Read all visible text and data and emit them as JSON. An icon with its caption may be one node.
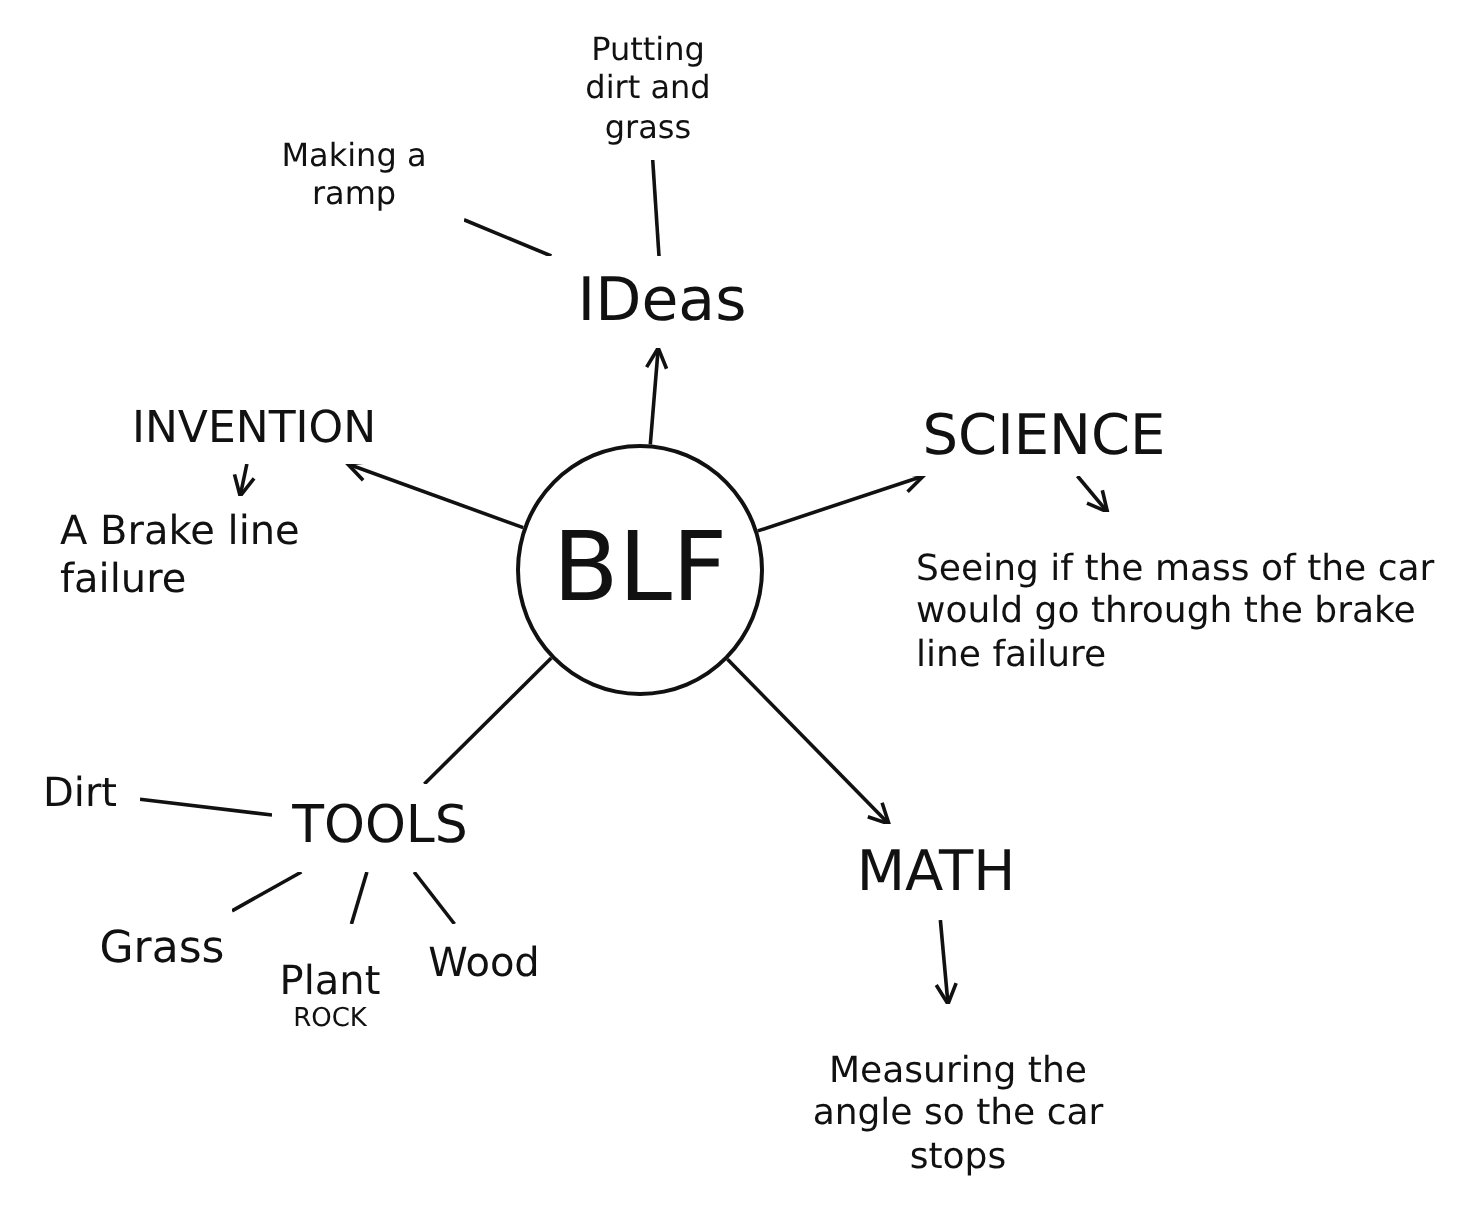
{
  "diagram": {
    "nodes": [
      {
        "text": [
          "BLF"
        ]
      },
      {
        "text": [
          "IDeas"
        ]
      },
      {
        "text": [
          "Making a ramp"
        ]
      },
      {
        "text": [
          "Putting dirt and grass"
        ]
      },
      {
        "text": [
          "INVENTION"
        ]
      },
      {
        "text": [
          "A Brake line failure"
        ]
      },
      {
        "text": [
          "SCIENCE"
        ]
      },
      {
        "text": [
          "Seeing if the mass of the car would go through the brake line failure"
        ]
      },
      {
        "text": [
          "MATH"
        ]
      },
      {
        "text": [
          "Measuring the angle so the car stops"
        ]
      },
      {
        "text": [
          "TOOLS"
        ]
      },
      {
        "text": [
          "Dirt"
        ]
      },
      {
        "text": [
          "Grass"
        ]
      },
      {
        "text": [
          "Plant",
          "ROCK"
        ]
      },
      {
        "text": [
          "Wood"
        ]
      }
    ],
    "edges": [
      {
        "from": 0,
        "to": 1,
        "arrow": "to"
      },
      {
        "from": 1,
        "to": 2,
        "arrow": "none"
      },
      {
        "from": 1,
        "to": 3,
        "arrow": "none"
      },
      {
        "from": 0,
        "to": 4,
        "arrow": "to"
      },
      {
        "from": 4,
        "to": 5,
        "arrow": "to"
      },
      {
        "from": 0,
        "to": 6,
        "arrow": "to"
      },
      {
        "from": 6,
        "to": 7,
        "arrow": "to"
      },
      {
        "from": 0,
        "to": 8,
        "arrow": "to"
      },
      {
        "from": 8,
        "to": 9,
        "arrow": "to"
      },
      {
        "from": 0,
        "to": 10,
        "arrow": "none"
      },
      {
        "from": 10,
        "to": 11,
        "arrow": "none"
      },
      {
        "from": 10,
        "to": 12,
        "arrow": "none"
      },
      {
        "from": 10,
        "to": 13,
        "arrow": "none"
      },
      {
        "from": 10,
        "to": 14,
        "arrow": "none"
      }
    ]
  }
}
